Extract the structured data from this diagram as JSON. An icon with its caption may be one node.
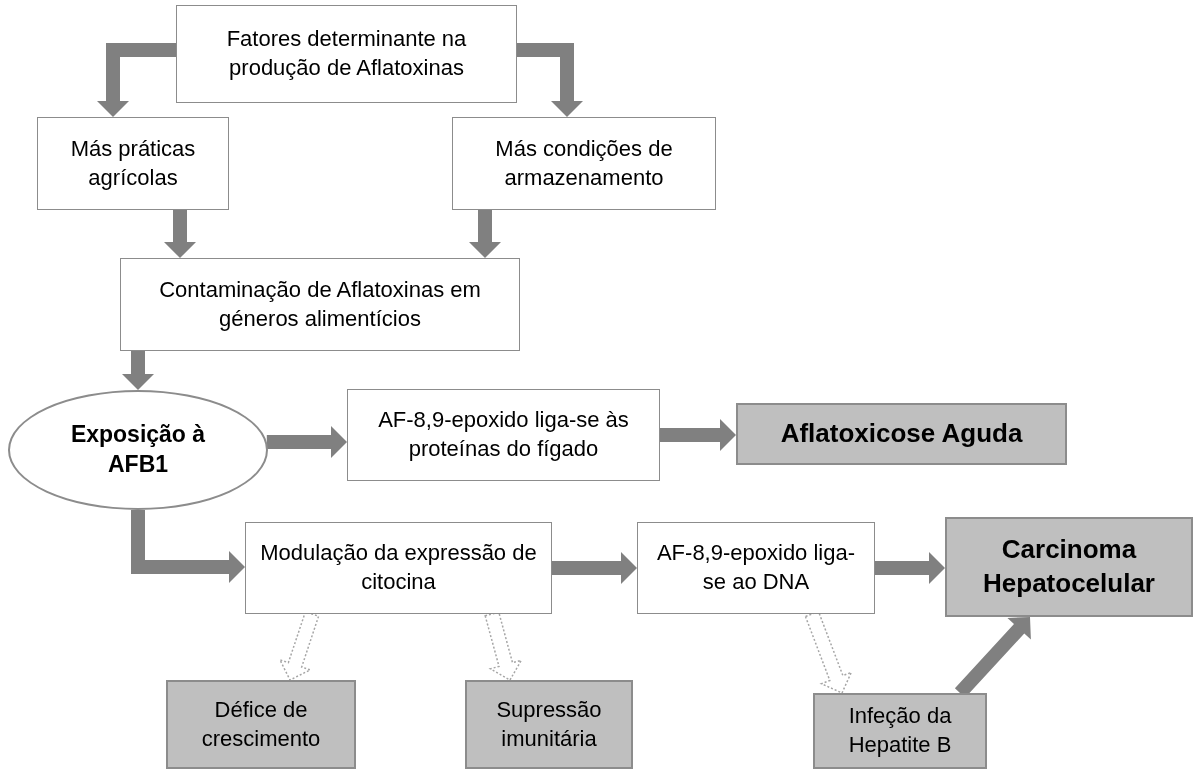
{
  "diagram": {
    "nodes": [
      {
        "text": [
          "Fatores determinante na produção de Aflatoxinas"
        ]
      },
      {
        "text": [
          "Más práticas agrícolas"
        ]
      },
      {
        "text": [
          "Más condições de armazenamento"
        ]
      },
      {
        "text": [
          "Contaminação de Aflatoxinas em géneros alimentícios"
        ]
      },
      {
        "text": [
          "Exposição à AFB1"
        ]
      },
      {
        "text": [
          "AF-8,9-epoxido liga-se às proteínas do fígado"
        ]
      },
      {
        "text": [
          "Aflatoxicose Aguda"
        ]
      },
      {
        "text": [
          "Modulação da expressão de citocina"
        ]
      },
      {
        "text": [
          "AF-8,9-epoxido liga-se ao DNA"
        ]
      },
      {
        "text": [
          "Carcinoma Hepatocelular"
        ]
      },
      {
        "text": [
          "Défice de crescimento"
        ]
      },
      {
        "text": [
          "Supressão imunitária"
        ]
      },
      {
        "text": [
          "Infeção da Hepatite B"
        ]
      }
    ],
    "edges": [
      {
        "from": 0,
        "to": 1,
        "arrow": "to"
      },
      {
        "from": 0,
        "to": 2,
        "arrow": "to"
      },
      {
        "from": 1,
        "to": 3,
        "arrow": "to"
      },
      {
        "from": 2,
        "to": 3,
        "arrow": "to"
      },
      {
        "from": 3,
        "to": 4,
        "arrow": "to"
      },
      {
        "from": 4,
        "to": 5,
        "arrow": "to"
      },
      {
        "from": 5,
        "to": 6,
        "arrow": "to"
      },
      {
        "from": 4,
        "to": 7,
        "arrow": "to"
      },
      {
        "from": 7,
        "to": 8,
        "arrow": "to"
      },
      {
        "from": 8,
        "to": 9,
        "arrow": "to"
      },
      {
        "from": 12,
        "to": 9,
        "arrow": "to"
      },
      {
        "from": 7,
        "to": 10,
        "arrow": "to",
        "style": "dashed",
        "color": "#a6a6a6"
      },
      {
        "from": 7,
        "to": 11,
        "arrow": "to",
        "style": "dashed",
        "color": "#a6a6a6"
      },
      {
        "from": 8,
        "to": 12,
        "arrow": "to",
        "style": "dashed",
        "color": "#a6a6a6"
      }
    ]
  }
}
